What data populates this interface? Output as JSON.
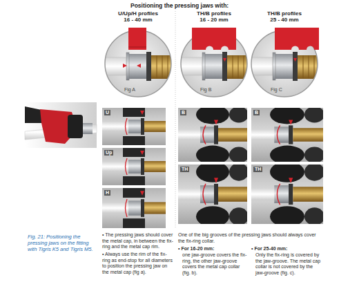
{
  "diagram": {
    "title": "Positioning the pressing jaws with:",
    "caption": "Fig. 21: Positioning the pressing jaws on the fitting with Tigris K5 and Tigris M5.",
    "labels": [
      "U/Up/H profiles",
      "16 - 40 mm",
      "TH/B profiles",
      "16 - 20 mm",
      "TH/B profiles",
      "25 - 40 mm",
      "Fig A",
      "Fig B",
      "Fig C",
      "U",
      "Up",
      "H",
      "B",
      "TH",
      "B",
      "TH",
      "• The pressing jaws should cover the metal cap, in between the fix-ring and the metal cap rim.",
      "• Always use the rim of the fix-ring as end-stop for all diameters to position the pressing jaw on the metal cap (fig a).",
      "One of the big grooves of the pressing jaws should always cover the fix-ring collar.",
      "• For 16-20 mm:",
      "one jaw-groove covers the fix-ring, the other jaw-groove covers the metal cap collar (fig. b).",
      "• For 25-40 mm:",
      "Only the fix-ring is covered by the jaw-groove. The metal cap collar is not covered by the jaw-groove (fig. c)."
    ]
  }
}
